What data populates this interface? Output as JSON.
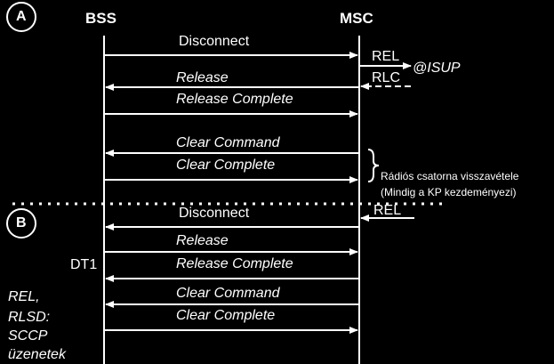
{
  "entities": {
    "left": "BSS",
    "right": "MSC"
  },
  "sections": {
    "a": "A",
    "b": "B"
  },
  "messages": {
    "disconnect1": "Disconnect",
    "release1": "Release",
    "release_complete1": "Release Complete",
    "clear_command1": "Clear Command",
    "clear_complete1": "Clear Complete",
    "disconnect2": "Disconnect",
    "release2": "Release",
    "release_complete2": "Release Complete",
    "clear_command2": "Clear Command",
    "clear_complete2": "Clear Complete"
  },
  "isup": {
    "rel": "REL",
    "rlc": "RLC",
    "label": "@ISUP"
  },
  "notes": {
    "radio_title": "Rádiós csatorna visszavétele",
    "radio_subtitle": "(Mindig a KP kezdeményezi)",
    "rel_b": "REL",
    "timer": "DT1"
  },
  "legend": {
    "line1": "REL,",
    "line2": "RLSD:",
    "line3": "SCCP",
    "line4": "üzenetek"
  },
  "colors": {
    "background": "#000000",
    "foreground": "#ffffff"
  }
}
